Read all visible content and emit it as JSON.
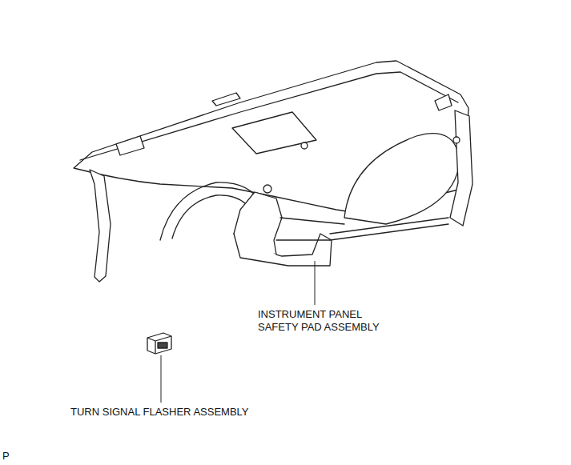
{
  "diagram": {
    "labels": [
      "INSTRUMENT PANEL SAFETY PAD ASSEMBLY",
      "TURN SIGNAL FLASHER ASSEMBLY",
      "P"
    ]
  }
}
